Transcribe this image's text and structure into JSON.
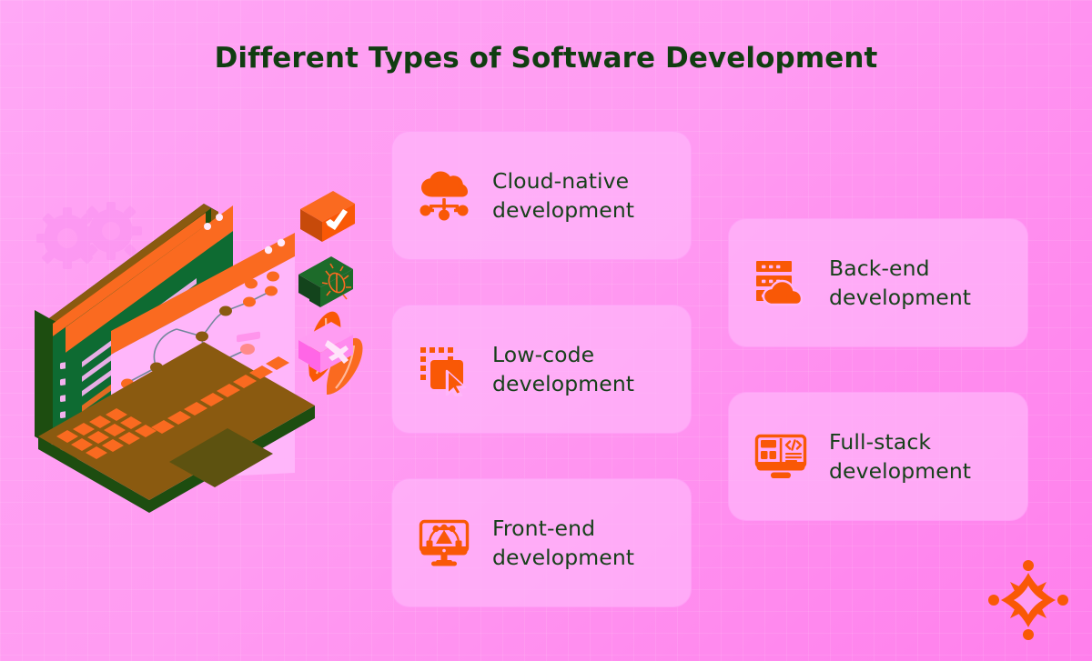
{
  "page": {
    "title": "Different Types of Software Development",
    "background_gradient_from": "#ffa8f6",
    "background_gradient_to": "#ff7fec",
    "title_color": "#113d11",
    "accent_color": "#f95806",
    "card_background": "#ffb6fa"
  },
  "cards": [
    {
      "id": "cloud-native",
      "label": "Cloud-native\ndevelopment",
      "icon": "cloud-network-icon",
      "column": "left"
    },
    {
      "id": "low-code",
      "label": "Low-code\ndevelopment",
      "icon": "drag-drop-cursor-icon",
      "column": "left"
    },
    {
      "id": "front-end",
      "label": "Front-end\ndevelopment",
      "icon": "monitor-bezier-icon",
      "column": "left"
    },
    {
      "id": "back-end",
      "label": "Back-end\ndevelopment",
      "icon": "server-cloud-icon",
      "column": "right"
    },
    {
      "id": "full-stack",
      "label": "Full-stack\ndevelopment",
      "icon": "monitor-code-layout-icon",
      "column": "right"
    }
  ],
  "illustration": {
    "name": "isometric-laptop-coding-illustration",
    "elements": [
      "laptop-base",
      "keyboard",
      "trackpad",
      "code-editor-window",
      "browser-window",
      "flowchart-window",
      "checkmark-badge",
      "bug-badge",
      "cross-badge",
      "leaf-decoration",
      "gear-background"
    ],
    "colors": {
      "laptop_body": "#8a5a10",
      "laptop_edge": "#1d4d10",
      "window_header": "#fa6a20",
      "code_bg": "#0e6b32",
      "window_bg": "#ffb6fa",
      "badge_check": "#fa6a20",
      "badge_bug": "#1d6b2a",
      "badge_cross": "#ff8eef"
    }
  },
  "logo": {
    "name": "brand-star-logo",
    "color": "#f95806",
    "dots": 4
  }
}
